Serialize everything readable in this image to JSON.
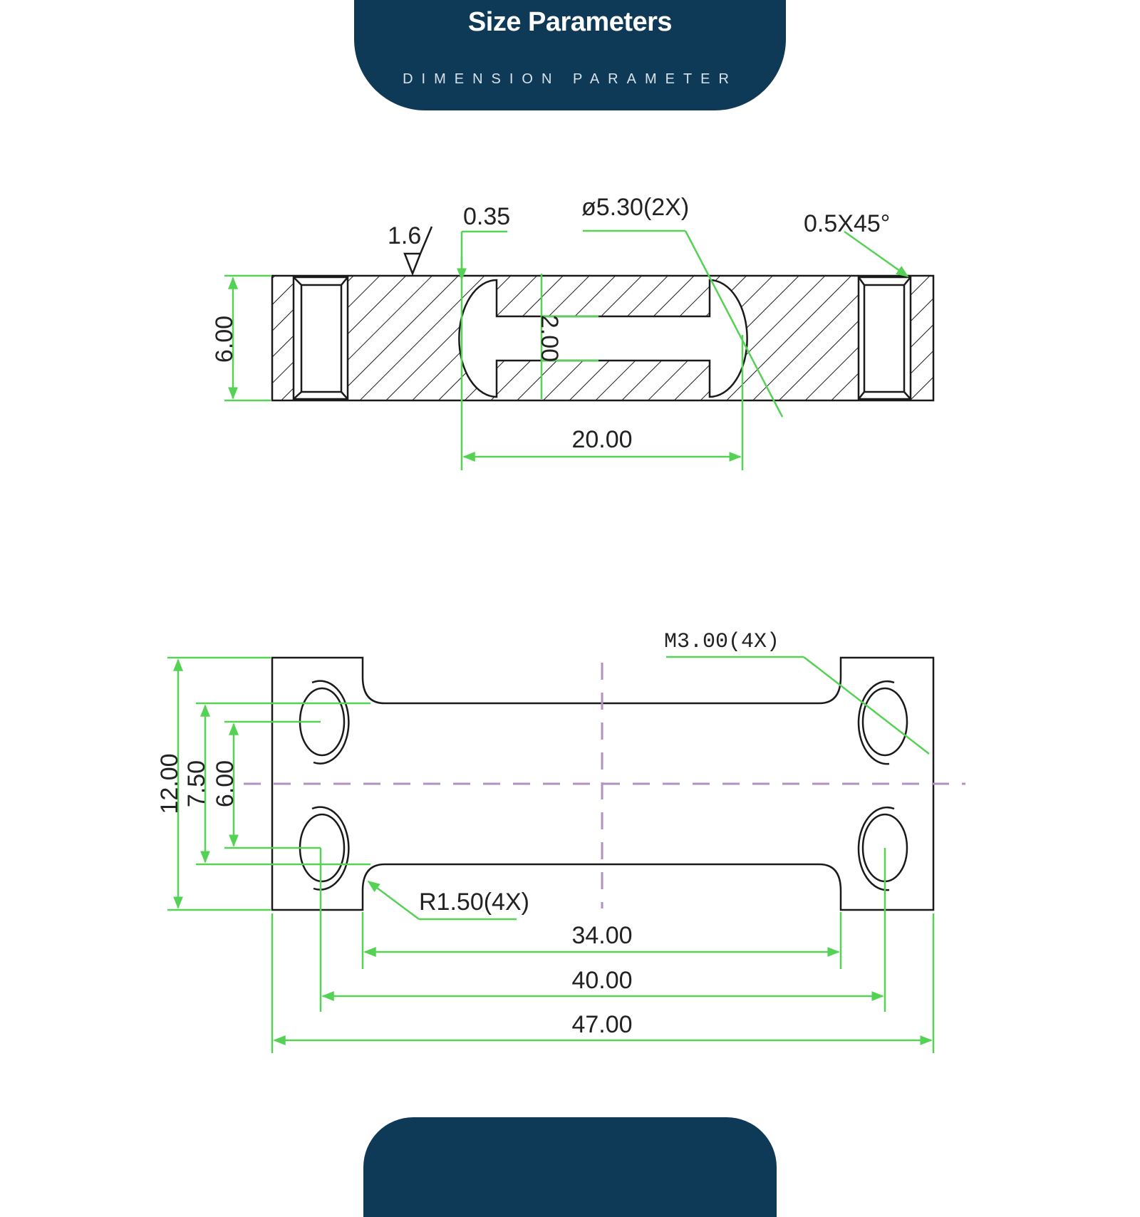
{
  "header": {
    "title": "Size Parameters",
    "subtitle": "DIMENSION PARAMETER"
  },
  "side_view": {
    "surface_finish": "1.6",
    "thickness_gap": "0.35",
    "hole_diameter": "ø5.30(2X)",
    "chamfer": "0.5X45°",
    "height": "6.00",
    "slot_width": "2.00",
    "hole_spacing": "20.00"
  },
  "top_view": {
    "thread": "M3.00(4X)",
    "fillet_radius": "R1.50(4X)",
    "overall_height": "12.00",
    "inner_spacing": "7.50",
    "hole_row_spacing": "6.00",
    "neck_length": "34.00",
    "hole_column_spacing": "40.00",
    "overall_length": "47.00"
  },
  "colors": {
    "header_bg": "#0e3a57",
    "dimension_lines": "#55d255",
    "outline": "#1a1a1a",
    "center_lines": "#b091c0"
  }
}
